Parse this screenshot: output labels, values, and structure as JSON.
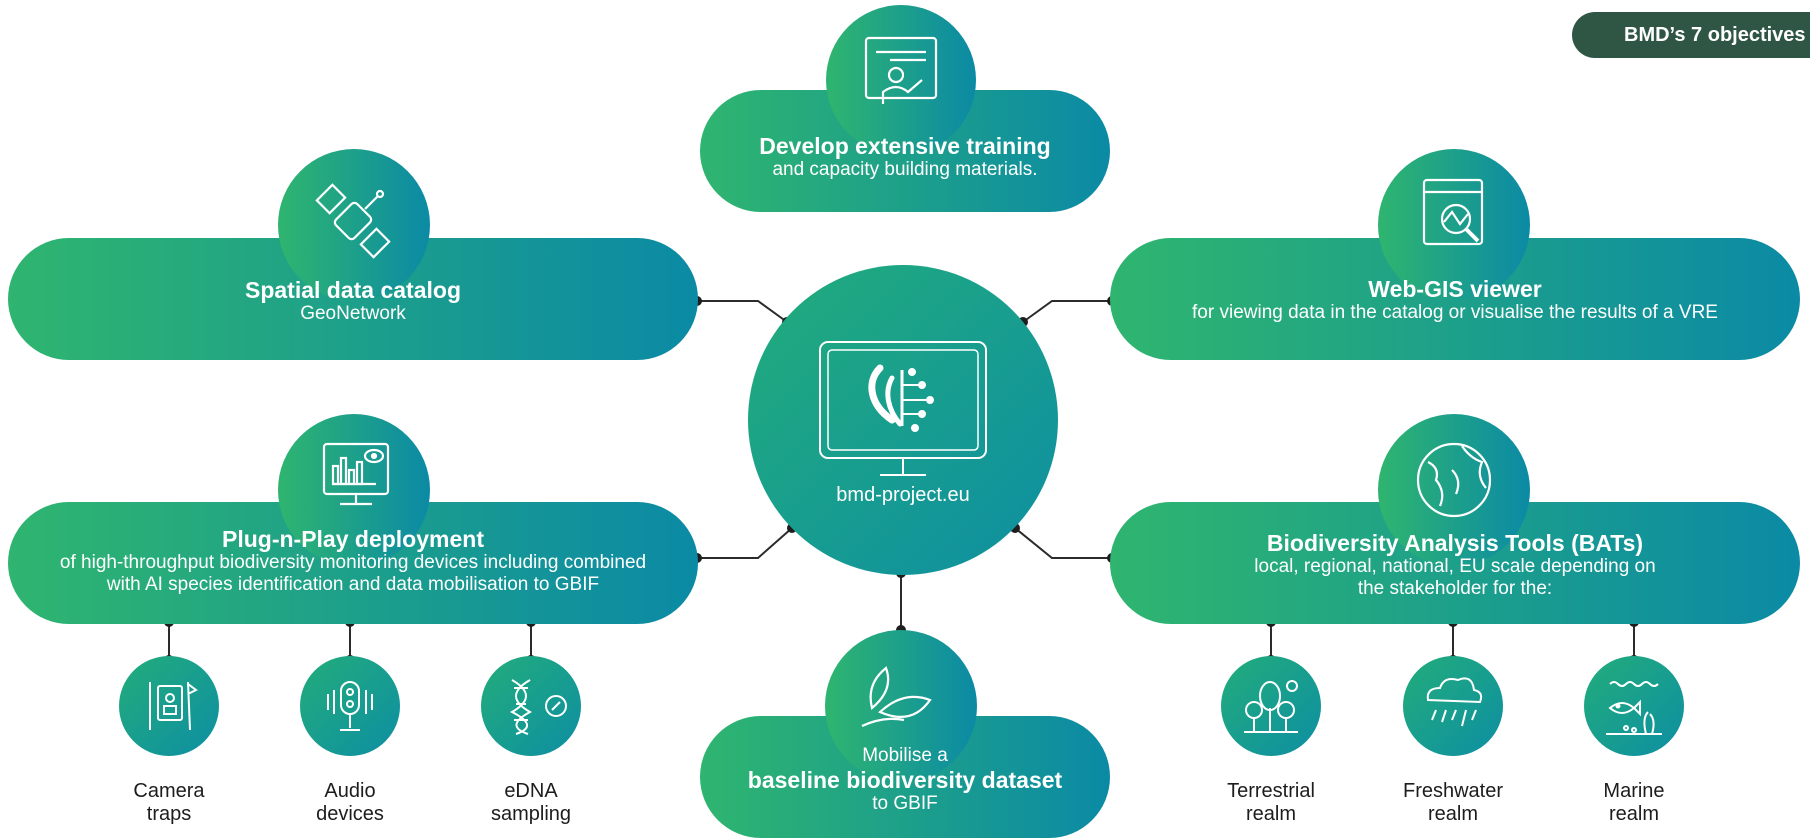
{
  "badge": "BMD’s 7 objectives",
  "center": {
    "label": "bmd-project.eu"
  },
  "colors": {
    "green": "#2fb56f",
    "teal": "#0b8aa5",
    "badge": "#2f5545",
    "connector": "#2b2b2b"
  },
  "objectives": {
    "training": {
      "title": "Develop extensive training",
      "subtitle": "and capacity building materials.",
      "icon": "presentation-icon"
    },
    "catalog": {
      "title": "Spatial data catalog",
      "subtitle": "GeoNetwork",
      "icon": "satellite-icon"
    },
    "webgis": {
      "title": "Web-GIS viewer",
      "subtitle": "for viewing data in the catalog or visualise the results of a VRE",
      "icon": "map-analysis-icon"
    },
    "plugnplay": {
      "title": "Plug-n-Play deployment",
      "line1": "of high-throughput biodiversity monitoring devices including combined",
      "line2": "with AI species identification and data mobilisation to GBIF",
      "icon": "monitor-chart-icon"
    },
    "bats": {
      "title": "Biodiversity Analysis Tools (BATs)",
      "line1": "local, regional, national, EU scale depending on",
      "line2": "the stakeholder for the:",
      "icon": "globe-icon"
    },
    "mobilise": {
      "line1": "Mobilise a",
      "title": "baseline biodiversity dataset",
      "line3": "to GBIF",
      "icon": "leaves-icon"
    }
  },
  "devices": [
    {
      "line1": "Camera",
      "line2": "traps",
      "icon": "camera-trap-icon"
    },
    {
      "line1": "Audio",
      "line2": "devices",
      "icon": "microphone-icon"
    },
    {
      "line1": "eDNA",
      "line2": "sampling",
      "icon": "dna-icon"
    }
  ],
  "realms": [
    {
      "line1": "Terrestrial",
      "line2": "realm",
      "icon": "trees-icon"
    },
    {
      "line1": "Freshwater",
      "line2": "realm",
      "icon": "rain-cloud-icon"
    },
    {
      "line1": "Marine",
      "line2": "realm",
      "icon": "fish-icon"
    }
  ]
}
